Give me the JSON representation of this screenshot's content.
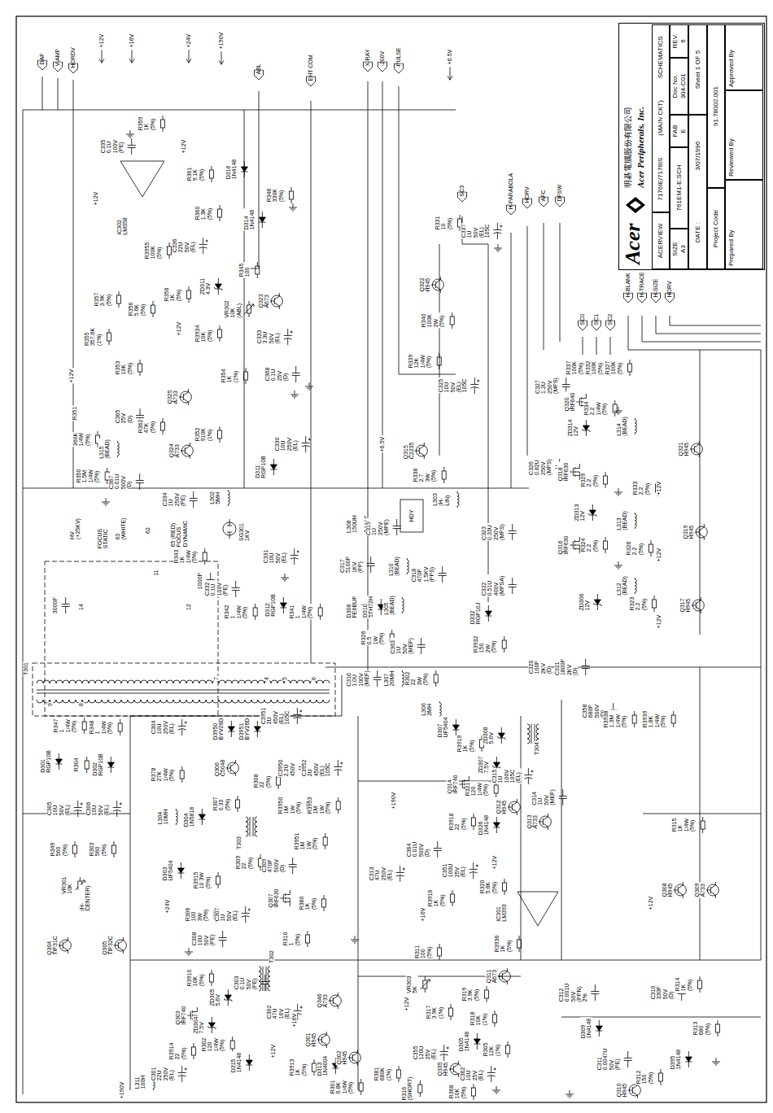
{
  "diagram": {
    "nodes": [
      {
        "text": [
          "DAF"
        ]
      },
      {
        "text": [
          "V-AMP"
        ]
      },
      {
        "text": [
          "HORDV"
        ]
      },
      {
        "text": [
          "ABL"
        ]
      },
      {
        "text": [
          "EHT COM"
        ]
      },
      {
        "text": [
          "X-RAY"
        ]
      },
      {
        "text": [
          "-200V"
        ]
      },
      {
        "text": [
          "-PULSE"
        ]
      },
      {
        "text": [
          "SC3"
        ]
      },
      {
        "text": [
          "H-PARABOLA"
        ]
      },
      {
        "text": [
          "HORV"
        ]
      },
      {
        "text": [
          "AFC"
        ]
      },
      {
        "text": [
          "DFSW"
        ]
      },
      {
        "text": [
          "SC0"
        ]
      },
      {
        "text": [
          "SC1"
        ]
      },
      {
        "text": [
          "SC2"
        ]
      },
      {
        "text": [
          "H-BLANK"
        ]
      },
      {
        "text": [
          "H-TRACE"
        ]
      },
      {
        "text": [
          "H-SIZE"
        ]
      },
      {
        "text": [
          "HORV"
        ]
      },
      {
        "text": [
          "Acer",
          "明碁電腦股份有限公司",
          "Acer Peripherals, Inc."
        ]
      },
      {
        "text": [
          "ACERVIEW"
        ],
        "in": 20
      },
      {
        "text": [
          "7176IE/7176IS",
          "(MAIN CKT)",
          "SCHEMATICS"
        ],
        "in": 20
      },
      {
        "text": [
          "SIZE",
          "A3"
        ],
        "in": 20
      },
      {
        "text": [
          "761EM1-E.SCH"
        ],
        "in": 20
      },
      {
        "text": [
          "FAB",
          "E"
        ],
        "in": 20
      },
      {
        "text": [
          "Doc No.",
          "304-C01"
        ],
        "in": 20
      },
      {
        "text": [
          "REV.",
          "6"
        ],
        "in": 20
      },
      {
        "text": [
          "DATE :",
          "3/07/1996"
        ],
        "in": 20
      },
      {
        "text": [
          "Sheet 1 OF 5"
        ],
        "in": 20
      },
      {
        "text": [
          "Project Code"
        ],
        "in": 20
      },
      {
        "text": [
          "91.78002.001"
        ],
        "in": 20
      },
      {
        "text": [
          "Prepared By"
        ],
        "in": 20
      },
      {
        "text": [
          "Reviewed By"
        ],
        "in": 20
      },
      {
        "text": [
          "Approved By"
        ],
        "in": 20
      }
    ],
    "labels": [
      "+12V",
      "+16V",
      "+24V",
      "+190V",
      "+6.5V",
      "C335 0.1U 100V (PE)",
      "R359 1K (5%)",
      "+12V",
      "R361 9.1K (5%)",
      "D316 1N4148",
      "+12V",
      "IC302 LM358",
      "R360 1.3K (5%)",
      "C336 22U 50V (EL)",
      "R3955 100K (5%)",
      "R346 330K (5%)",
      "D314 1N4148",
      "R345 100",
      "R357 3.9K (5%)",
      "R356 5.6K (5%)",
      "R358 1K (5%)",
      "ZD311 4.3V",
      "VR302 10K (ABL)",
      "Q323 A673",
      "+12V",
      "R3934 10K (5%)",
      "C333 3.3U 50V (EL)",
      "R355 357.6K (1%)",
      "+12V",
      "R353 10K (5%)",
      "Q325 A733",
      "R354 1K (1%)",
      "C368 0.1U 25V (D)",
      "R351",
      "360K 1/4W (5%)",
      "C365 25V (D)",
      "R362 47K (5%)",
      "L315 (BEAD)",
      "Q324 A733",
      "R352 910K (1%)",
      "R350 1.5M 1/4W (5%)",
      "C367 0.01U 500V (D)",
      "D311 RGP10B",
      "C330 10U 250V (EL)",
      "C334 1U 250V (PE)",
      "L302 5MH",
      "SG301 1KV",
      "R343 1K 1/4W (5%)",
      "C331 10U 50V (EL)",
      "C332 0.1U 100V (PE)",
      "D312 RGP10B",
      "R342 1 1/4W (5%)",
      "R341 1 1/4W (5%)",
      "T301",
      "HV (+25KV)",
      "FOCUS STATIC",
      "63 (WHITE)",
      "62",
      "65 (RED) FOCUS DYNAMIC",
      "1000P",
      "3000P",
      "14",
      "11",
      "12",
      "7",
      "4",
      "5",
      "6",
      "9",
      "8",
      "R347 1 1/4W (5%)",
      "R348 1 1/4W (5%)",
      "C304 10U 250V (EL)",
      "D3950 BYV26D",
      "D3951 BYV26D",
      "C3951 2U 450V (EL) 105C",
      "C3950 2.2U 450V",
      "C3952 2U 450V (EL) 105C",
      "D301 RGP10B",
      "R304",
      "D302 RGP10B",
      "C305 10U 50V (EL)",
      "C306 10U 50V (EL)",
      "R349 560 (5%)",
      "R303 560 (5%)",
      "VR301 10K",
      "(H-CENTER)",
      "Q304 TIP31C",
      "Q305 TIP32C",
      "R378 27K 1/4W (5%)",
      "L304 10MH",
      "Q306 C5048",
      "D304 1N5818",
      "R307 0.33 (5%)",
      "R308 22 (5%)",
      "T303",
      "R3950 1M 1W (5%)",
      "R3953 1M 1W (5%)",
      "R3951 1M 1W (5%)",
      "R309 22 (5%)",
      "C309 470P 500V (D)",
      "Q307 IRF630",
      "R380 1K (5%)",
      "D303 UF5404",
      "R3915 10 3W (5%)",
      "+24V",
      "R306 100 3W (5%)",
      "C307 1U 50V (EL)",
      "C308 10U 50V (PE)",
      "R310 1 (5%)",
      "R3910 10K (5%)",
      "ZD305 5.6V",
      "Q303 IRF740",
      "ZD304 7.5V",
      "C303 0.1U 50V (PE)",
      "T302",
      "C302 47U 16V (EL)",
      "R302 120 1/4W (5%)",
      "R3914 22 (5%)",
      "D315 1N4148",
      "C301 22U 250V (EL)",
      "L311 100H",
      "+190V",
      "Q346 A733",
      "+16V",
      "Q301 H945",
      "+12V",
      "R3913 1K (5%)",
      "D313 1N4004",
      "Q302 H945",
      "R301 6.8K 1/4W (5%)",
      "R331 10 (5%)",
      "C337 1U 50V (EL) 105C",
      "Q322 H945",
      "R340 100K 2W (5%)",
      "R339 12K 1/4W (5%)",
      "C325 10U 50V (EL) 105C",
      "Q315 C2235",
      "+6.5V",
      "R338 2.7 3W (5%)",
      "L303 (H-LIN)",
      "L308 150UH",
      "C319 1U 250V (MPE)",
      "HDY",
      "C317 5100P 1KV (PP)",
      "L310 (BEAD)",
      "C318 470P 1.5KV (PPS)",
      "D308 FE6BUF",
      "D310 5TH72H",
      "L305 (BEAD)",
      "R326 0.5 1W (5%)",
      "C363 1U 50V (MEF)",
      "C316 1.0U 100V (MEF)",
      "L307 20MH",
      "R302 22 3W (5%)",
      "L306 2MH",
      "D307 UF5404",
      "D332 RGP10J",
      "R3932 150 2W (5%)",
      "C322 0.51U 400V (MPSA)",
      "C323 0.33U 250V (MPS)",
      "C320 100P 2KV (D)",
      "C321 1800P 2KV (D)",
      "R3919 1K (5%)",
      "ZD308 5.6V",
      "ZD307 7.5V",
      "R321 120 1/4W (5%)",
      "C315 1U 100V 105C (EL)",
      "T304",
      "C314 1U 50V (MEF)",
      "Q314 IRF740",
      "R3918 22 (5%)",
      "D326 1N4148",
      "Q312 H945",
      "Q313 A733",
      "+190V",
      "C364 0.01U 500V (D)",
      "C313 47U 250V (EL)",
      "C351 100U 25V (EL)",
      "+12V",
      "R320 5.6K (5%)",
      "IC301 LM393",
      "R3916 1K (5%)",
      "+16V",
      "R3936 1K (5%)",
      "R311 100 (5%)",
      "VR303 5K",
      "R319 3.9K (5%)",
      "Q311 A673",
      "+12V",
      "R317 3.9K (1%)",
      "R318 10K (1%)",
      "D305 1N4148",
      "R305 12K (1%)",
      "C355 120U 25V (EL)",
      "Q335 H945",
      "C362 10U 25V (EL)",
      "R381 680K (1%)",
      "R316 (SHORT)",
      "R368 10K (5%)",
      "R337 100K (5%)",
      "R332 100K (5%)",
      "R327 100K (5%)",
      "C327 1.2U 250V (MPS)",
      "Q320 IRF640",
      "R334 2.2 1/4W (5%)",
      "ZD314 12V",
      "L314 (BEAD)",
      "C326 0.82U 250V (MPS)",
      "Q318 IRF630",
      "R329 2.2 (5%)",
      "ZD313 12V",
      "R333 2.2 (5%)",
      "+12V",
      "Q321 H945",
      "Q316 IRF630",
      "R324 2.2 (5%)",
      "L313 (BEAD)",
      "R328 2.2 (5%)",
      "+12V",
      "Q319 H945",
      "ZD306 12V",
      "L312 (BEAD)",
      "R323 2.2 (5%)",
      "+12V",
      "Q317 H945",
      "C358 680P 500V (D)",
      "R3938 1.3M 1/4W (5%)",
      "R3939 1.8K 1/4W (5%)",
      "R315 1K 1/4W (5%)",
      "+12V",
      "Q308 H945",
      "Q309 A733",
      "C312 0.001U 50V (PPN) 2%",
      "C310 330P 50V (D)",
      "R314 1K (5%)",
      "R313 680 (5%)",
      "D309 1N4148",
      "C311 0.0047U 50V (PE)",
      "D395 1N4148",
      "R312 150 (5%)",
      "Q310 H945"
    ]
  }
}
